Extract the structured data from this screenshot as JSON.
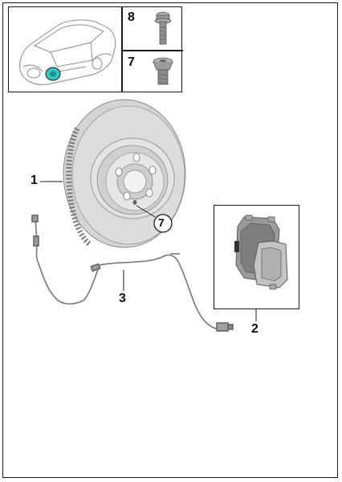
{
  "inset": {
    "items": [
      {
        "number": "8",
        "icon": "bolt-icon"
      },
      {
        "number": "7",
        "icon": "screw-icon"
      }
    ],
    "car_icon": "car-outline-icon"
  },
  "parts": [
    {
      "number": "1",
      "icon": "brake-disc-icon"
    },
    {
      "number": "2",
      "icon": "brake-pad-set-icon"
    },
    {
      "number": "3",
      "icon": "wear-sensor-icon"
    }
  ],
  "circled_ref": "7",
  "colors": {
    "highlight": "#35c6c6",
    "line": "#1a1a1a",
    "part_gray": "#9a9a9a"
  }
}
